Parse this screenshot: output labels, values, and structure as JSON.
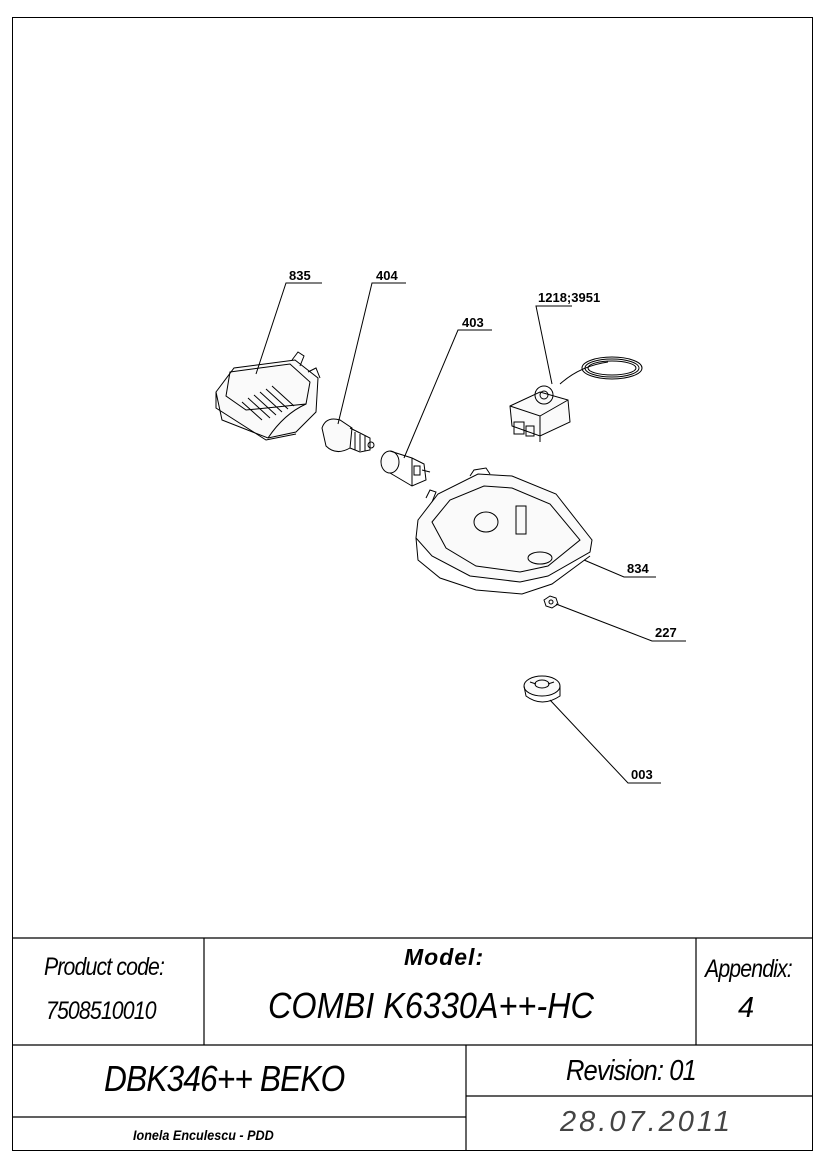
{
  "callouts": {
    "c835": "835",
    "c404": "404",
    "c403": "403",
    "c1218": "1218;3951",
    "c834": "834",
    "c227": "227",
    "c003": "003"
  },
  "title_block": {
    "product_code_label": "Product code:",
    "product_code": "7508510010",
    "model_label": "Model:",
    "model": "COMBI K6330A++-HC",
    "appendix_label": "Appendix:",
    "appendix": "4",
    "drawing_id": "DBK346++ BEKO",
    "revision": "Revision: 01",
    "author": "Ionela Enculescu - PDD",
    "date": "28.07.2011"
  }
}
